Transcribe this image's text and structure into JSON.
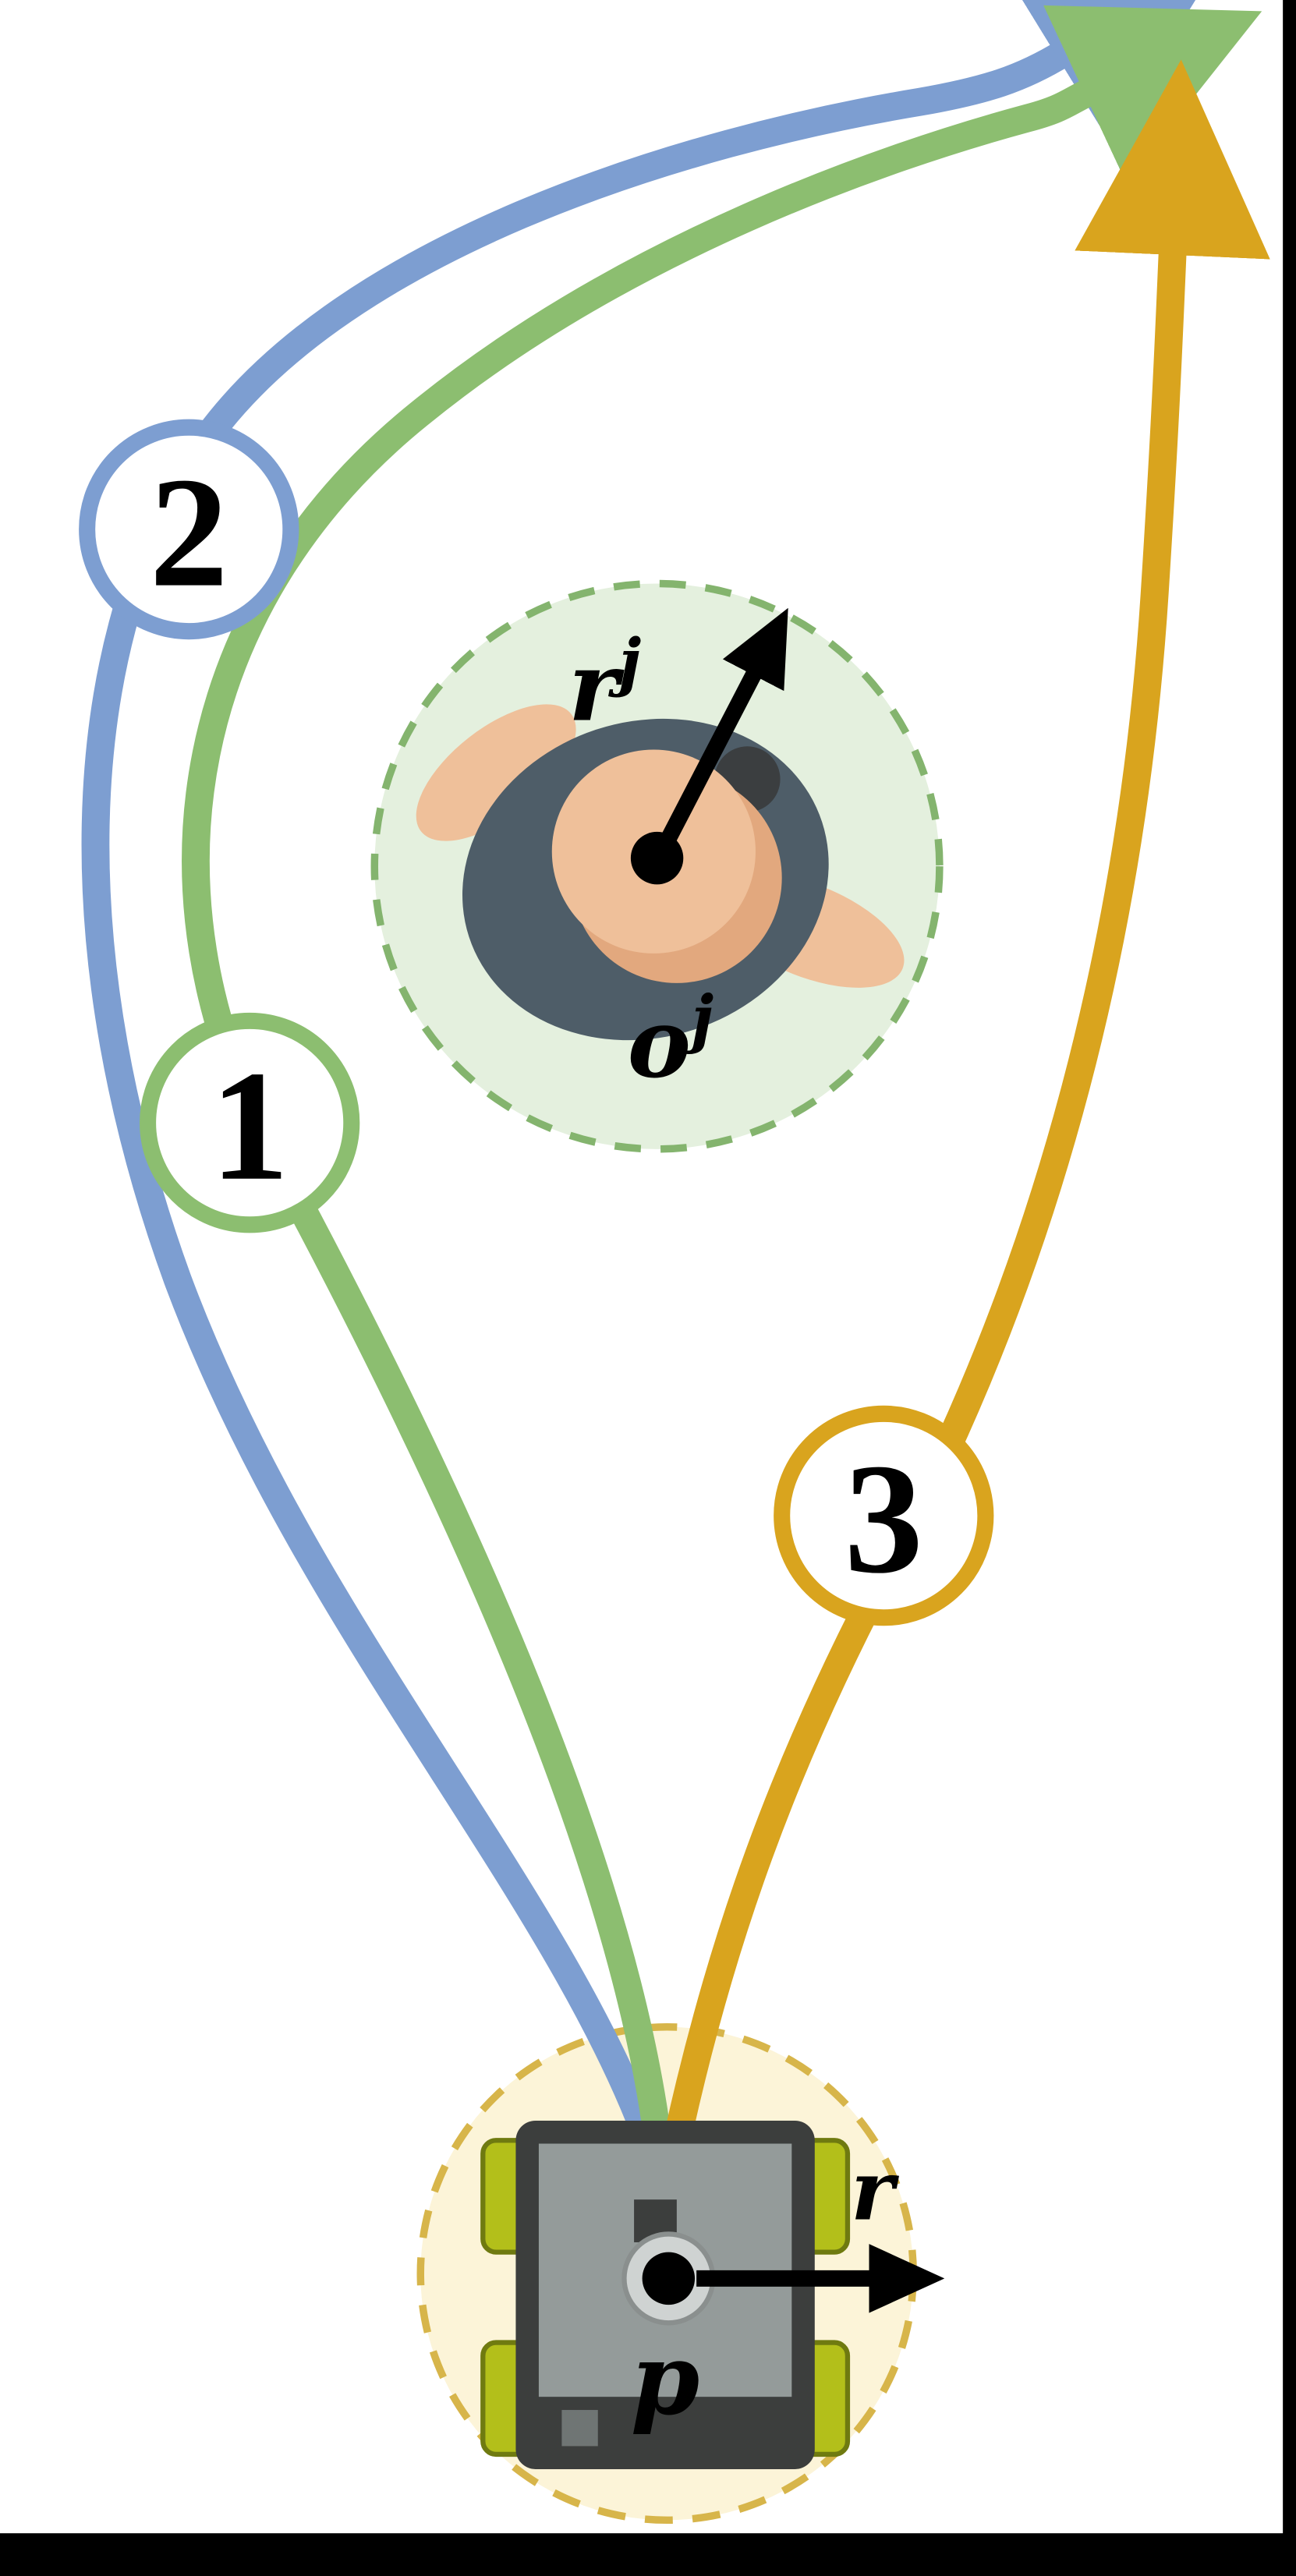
{
  "figure": {
    "background": "#ffffff",
    "border_color": "#000000"
  },
  "trajectories": [
    {
      "label": "1",
      "color": "#8cbe70"
    },
    {
      "label": "2",
      "color": "#7d9ed1"
    },
    {
      "label": "3",
      "color": "#d9a41e"
    }
  ],
  "obstacle": {
    "radius_label": {
      "base": "r",
      "sup": "j"
    },
    "center_label": {
      "base": "o",
      "sup": "j"
    },
    "region_fill": "#e4f0de",
    "region_stroke": "#84b46e",
    "person": {
      "shirt": "#4e5d68",
      "skin": "#efc09a",
      "skin_shade": "#e2a87e",
      "dark": "#3b3e40"
    }
  },
  "robot": {
    "radius_label": "r",
    "position_label": "p",
    "region_fill": "#fcf4d8",
    "region_stroke": "#d7b54a",
    "body": "#3c3e3d",
    "panel": "#949b9a",
    "panel_dark": "#6f7574",
    "caster": "#cfd3d2",
    "wheel": "#b3bf1a",
    "wheel_dark": "#6f7a10"
  },
  "annotation_color": "#000000"
}
